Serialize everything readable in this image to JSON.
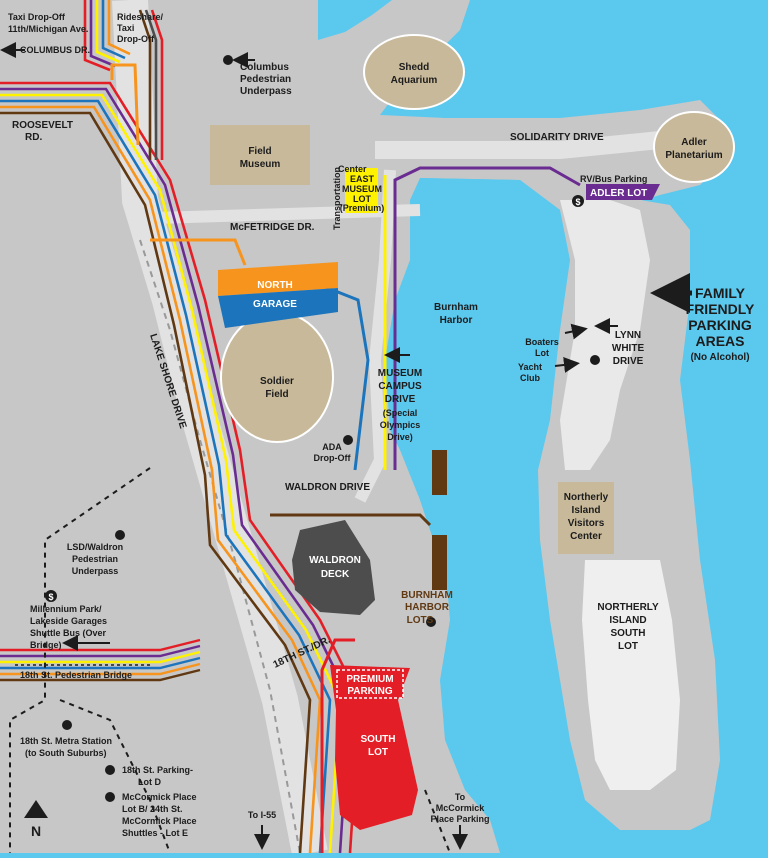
{
  "colors": {
    "water": "#5bc8ee",
    "land": "#c7c7c7",
    "road": "#e2e2e2",
    "building": "#c8b99a",
    "orange": "#f7941d",
    "blue": "#1c75bc",
    "red": "#e41e26",
    "purple": "#6a2c91",
    "yellow": "#fff200",
    "brown": "#603913",
    "dark": "#4d4d4d"
  },
  "top_left": {
    "taxi_line1": "Taxi Drop-Off",
    "taxi_line2": "11th/Michigan Ave.",
    "columbus_dr": "COLUMBUS DR.",
    "rideshare_line1": "Rideshare/",
    "rideshare_line2": "Taxi",
    "rideshare_line3": "Drop-Off",
    "roosevelt_line1": "ROOSEVELT",
    "roosevelt_line2": "RD."
  },
  "landmarks": {
    "columbus_underpass_line1": "Columbus",
    "columbus_underpass_line2": "Pedestrian",
    "columbus_underpass_line3": "Underpass",
    "shedd_line1": "Shedd",
    "shedd_line2": "Aquarium",
    "adler_line1": "Adler",
    "adler_line2": "Planetarium",
    "field_line1": "Field",
    "field_line2": "Museum",
    "soldier_line1": "Soldier",
    "soldier_line2": "Field",
    "transport_center_line1": "Transportation",
    "transport_center_line2": "Center",
    "burnham_harbor_line1": "Burnham",
    "burnham_harbor_line2": "Harbor",
    "northerly_island_line1": "Northerly",
    "northerly_island_line2": "Island",
    "northerly_island_line3": "Visitors",
    "northerly_island_line4": "Center"
  },
  "roads": {
    "solidarity": "SOLIDARITY DRIVE",
    "mcfetridge": "McFETRIDGE DR.",
    "lake_shore": "LAKE SHORE DRIVE",
    "waldron": "WALDRON DRIVE",
    "eighteenth": "18TH ST./DR.",
    "museum_campus_line1": "MUSEUM",
    "museum_campus_line2": "CAMPUS",
    "museum_campus_line3": "DRIVE",
    "museum_campus_line4": "(Special",
    "museum_campus_line5": "Olympics",
    "museum_campus_line6": "Drive)",
    "lynn_white_line1": "LYNN",
    "lynn_white_line2": "WHITE",
    "lynn_white_line3": "DRIVE"
  },
  "parking": {
    "east_museum_line1": "EAST",
    "east_museum_line2": "MUSEUM",
    "east_museum_line3": "LOT",
    "east_museum_line4": "(Premium)",
    "rv_bus": "RV/Bus Parking",
    "adler_lot": "ADLER LOT",
    "north_garage_line1": "NORTH",
    "north_garage_line2": "GARAGE",
    "waldron_deck_line1": "WALDRON",
    "waldron_deck_line2": "DECK",
    "burnham_lots_line1": "BURNHAM",
    "burnham_lots_line2": "HARBOR",
    "burnham_lots_line3": "LOTS",
    "premium_line1": "PREMIUM",
    "premium_line2": "PARKING",
    "south_lot_line1": "SOUTH",
    "south_lot_line2": "LOT",
    "ni_south_line1": "NORTHERLY",
    "ni_south_line2": "ISLAND",
    "ni_south_line3": "SOUTH",
    "ni_south_line4": "LOT",
    "boaters_line1": "Boaters",
    "boaters_line2": "Lot",
    "yacht_line1": "Yacht",
    "yacht_line2": "Club",
    "ada_line1": "ADA",
    "ada_line2": "Drop-Off"
  },
  "family": {
    "line1": "FAMILY",
    "line2": "FRIENDLY",
    "line3": "PARKING",
    "line4": "AREAS",
    "line5": "(No Alcohol)"
  },
  "west_side": {
    "lsd_waldron_line1": "LSD/Waldron",
    "lsd_waldron_line2": "Pedestrian",
    "lsd_waldron_line3": "Underpass",
    "shuttle_line1": "Millennium Park/",
    "shuttle_line2": "Lakeside Garages",
    "shuttle_line3": "Shuttle Bus (Over",
    "shuttle_line4": "Bridge)",
    "bridge": "18th St. Pedestrian Bridge",
    "metra_line1": "18th St. Metra Station",
    "metra_line2": "(to South Suburbs)",
    "lot_d_line1": "18th St. Parking-",
    "lot_d_line2": "Lot D",
    "lot_e_line1": "McCormick Place",
    "lot_e_line2": "Lot B/ 24th St.",
    "lot_e_line3": "McCormick Place",
    "lot_e_line4": "Shuttles - Lot E"
  },
  "bottom": {
    "north": "N",
    "to_i55": "To I-55",
    "to_mccormick_line1": "To",
    "to_mccormick_line2": "McCormick",
    "to_mccormick_line3": "Place Parking"
  }
}
